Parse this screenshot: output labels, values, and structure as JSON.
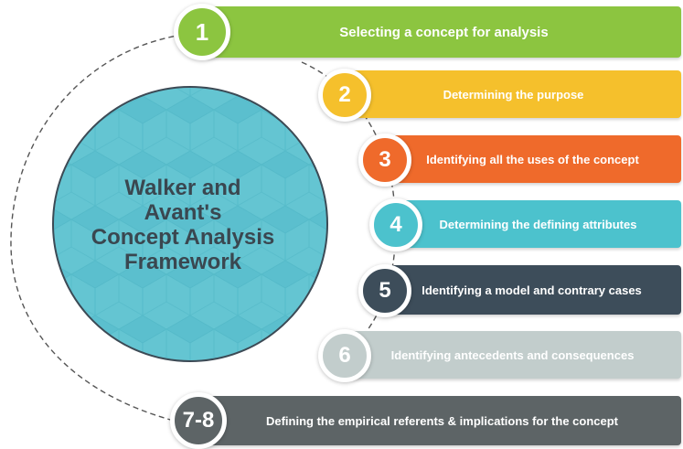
{
  "center": {
    "lines": [
      "Walker and",
      "Avant's",
      "Concept Analysis",
      "Framework"
    ],
    "color": "#5bbfce"
  },
  "steps": [
    {
      "number": "1",
      "label": "Selecting a concept for analysis",
      "color": "#8cc540"
    },
    {
      "number": "2",
      "label": "Determining the purpose",
      "color": "#f5c02c"
    },
    {
      "number": "3",
      "label": "Identifying all the uses of the concept",
      "color": "#ef6a2b"
    },
    {
      "number": "4",
      "label": "Determining the defining attributes",
      "color": "#4cc2cd"
    },
    {
      "number": "5",
      "label": "Identifying a model and contrary cases",
      "color": "#3d4d5a"
    },
    {
      "number": "6",
      "label": "Identifying antecedents and consequences",
      "color": "#c2cdcc"
    },
    {
      "number": "7-8",
      "label": "Defining the empirical referents & implications for the concept",
      "color": "#5d6466"
    }
  ]
}
